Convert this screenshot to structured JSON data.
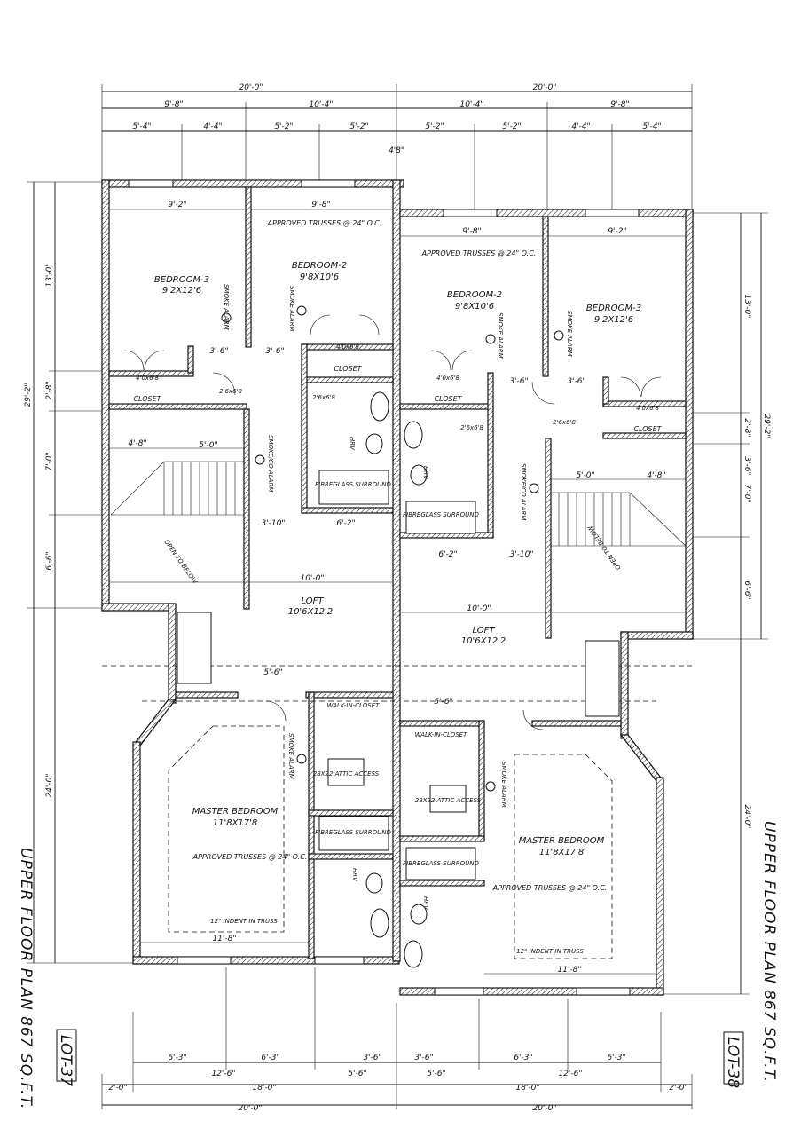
{
  "left": {
    "title": "UPPER FLOOR PLAN 867 SQ.F.T.",
    "lot": "LOT-37",
    "rooms": {
      "bedroom3": "BEDROOM-3",
      "bedroom3_size": "9'2X12'6",
      "bedroom2": "BEDROOM-2",
      "bedroom2_size": "9'8X10'6",
      "loft": "LOFT",
      "loft_size": "10'6X12'2",
      "master": "MASTER BEDROOM",
      "master_size": "11'8X17'8"
    },
    "labels": {
      "closet1": "CLOSET",
      "closet2": "CLOSET",
      "trusses_top": "APPROVED TRUSSES @ 24\" O.C.",
      "trusses_bottom": "APPROVED TRUSSES @ 24\" O.C.",
      "smoke1": "SMOKE ALARM",
      "smoke2": "SMOKE ALARM",
      "smoke_co": "SMOKE/CO ALARM",
      "smoke3": "SMOKE ALARM",
      "fibreglass1": "FIBREGLASS SURROUND",
      "fibreglass2": "FIBREGLASS SURROUND",
      "open_below": "OPEN TO BELOW",
      "walk_in": "WALK-IN-CLOSET",
      "attic": "28X22 ATTIC ACCESS",
      "indent": "12\" INDENT IN TRUSS",
      "hrv1": "HRV",
      "hrv2": "HRV"
    }
  },
  "right": {
    "title": "UPPER FLOOR PLAN 867 SQ.F.T.",
    "lot": "LOT-38",
    "rooms": {
      "bedroom2": "BEDROOM-2",
      "bedroom2_size": "9'8X10'6",
      "bedroom3": "BEDROOM-3",
      "bedroom3_size": "9'2X12'6",
      "loft": "LOFT",
      "loft_size": "10'6X12'2",
      "master": "MASTER BEDROOM",
      "master_size": "11'8X17'8"
    },
    "labels": {
      "closet1": "CLOSET",
      "closet2": "CLOSET",
      "trusses_top": "APPROVED TRUSSES @ 24\" O.C.",
      "trusses_bottom": "APPROVED TRUSSES @ 24\" O.C.",
      "smoke1": "SMOKE ALARM",
      "smoke2": "SMOKE ALARM",
      "smoke_co": "SMOKE/CO ALARM",
      "smoke3": "SMOKE ALARM",
      "fibreglass1": "FIBREGLASS SURROUND",
      "fibreglass2": "FIBREGLASS SURROUND",
      "open_below": "OPEN TO BELOW",
      "walk_in": "WALK-IN-CLOSET",
      "attic": "28X22 ATTIC ACCESS",
      "indent": "12\" INDENT IN TRUSS",
      "hrv1": "HRV",
      "hrv2": "HRV"
    }
  },
  "dims": {
    "top_total_left": "20'-0\"",
    "top_total_right": "20'-0\"",
    "top_l1": "9'-8\"",
    "top_l2": "10'-4\"",
    "top_r1": "10'-4\"",
    "top_r2": "9'-8\"",
    "top_a": "5'-4\"",
    "top_b": "4'-4\"",
    "top_c": "5'-2\"",
    "top_d": "5'-2\"",
    "top_e": "5'-2\"",
    "top_f": "5'-2\"",
    "top_g": "4'-4\"",
    "top_h": "5'-4\"",
    "top_step": "4'8\"",
    "in_9_2_l": "9'-2\"",
    "in_9_8_l": "9'-8\"",
    "in_9_8_r": "9'-8\"",
    "in_9_2_r": "9'-2\"",
    "side_13_l": "13'-0\"",
    "side_29_l": "29'-2\"",
    "side_2_8_l": "2'-8\"",
    "side_7_l": "7'-0\"",
    "side_6_6_l": "6'-6\"",
    "side_24_l": "24'-0\"",
    "side_13_r": "13'-0\"",
    "side_29_r": "29'-2\"",
    "side_24_r": "24'-0\"",
    "side_6_6_r": "6'-6\"",
    "side_7_r": "7'-0\"",
    "side_3_6_r": "3'-6\"",
    "side_2_8_r": "2'-8\"",
    "loft_10_l": "10'-0\"",
    "loft_10_r": "10'-0\"",
    "m_11_8_l": "11'-8\"",
    "m_11_8_r": "11'-8\"",
    "d_4_8_l": "4'-8\"",
    "d_5_0_l": "5'-0\"",
    "d_4_8_r": "4'-8\"",
    "d_5_0_r": "5'-0\"",
    "d_3_10_l": "3'-10\"",
    "d_6_2_l": "6'-2\"",
    "d_6_2_r": "6'-2\"",
    "d_3_10_r": "3'-10\"",
    "d_3_6_l": "3'-6\"",
    "d_3_6_l2": "3'-6\"",
    "d_3_6_r": "3'-6\"",
    "d_3_6_r2": "3'-6\"",
    "d_5_6_l": "5'-6\"",
    "d_5_6_r": "5'-6\"",
    "bot_l1": "6'-3\"",
    "bot_l2": "6'-3\"",
    "bot_l3": "3'-6\"",
    "bot_r1": "3'-6\"",
    "bot_r2": "6'-3\"",
    "bot_r3": "6'-3\"",
    "bot_l4": "12'-6\"",
    "bot_l5": "5'-6\"",
    "bot_r4": "5'-6\"",
    "bot_r5": "12'-6\"",
    "bot_l6": "2'-0\"",
    "bot_l7": "18'-0\"",
    "bot_r6": "18'-0\"",
    "bot_r7": "2'-0\"",
    "bot_total_l": "20'-0\"",
    "bot_total_r": "20'-0\"",
    "door_4x6_8_a": "4'0x6'8",
    "door_4x6_8_b": "4'0x6'8",
    "door_4x6_8_c": "4'0x6'8",
    "door_4x6_8_d": "4'0x6'8",
    "door_2_6_a": "2'6x6'8",
    "door_2_6_b": "2'6x6'8",
    "door_2_6_c": "2'6x6'8",
    "door_2_6_d": "2'6x6'8"
  }
}
